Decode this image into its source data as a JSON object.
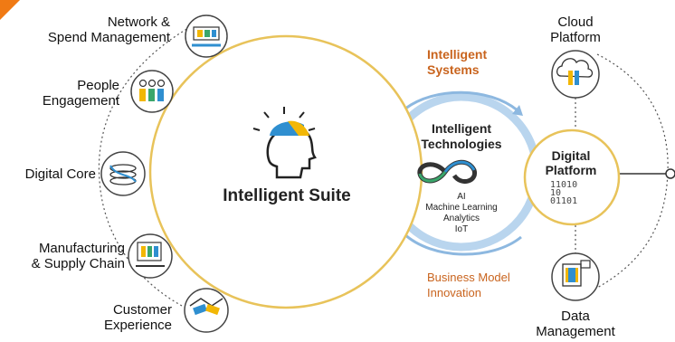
{
  "suite": {
    "title": "Intelligent Suite"
  },
  "left_items": [
    {
      "label": "Network & Spend Management",
      "line1": "Network &",
      "line2": "Spend Management",
      "icon": "network-spend-icon"
    },
    {
      "label": "People Engagement",
      "line1": "People",
      "line2": "Engagement",
      "icon": "people-icon"
    },
    {
      "label": "Digital Core",
      "line1": "Digital Core",
      "line2": "",
      "icon": "digital-core-icon"
    },
    {
      "label": "Manufacturing & Supply Chain",
      "line1": "Manufacturing",
      "line2": "& Supply Chain",
      "icon": "manufacturing-icon"
    },
    {
      "label": "Customer Experience",
      "line1": "Customer",
      "line2": "Experience",
      "icon": "handshake-icon"
    }
  ],
  "technologies": {
    "title_line1": "Intelligent",
    "title_line2": "Technologies",
    "items": [
      "AI",
      "Machine Learning",
      "Analytics",
      "IoT"
    ]
  },
  "systems": {
    "line1": "Intelligent",
    "line2": "Systems"
  },
  "innovation": {
    "line1": "Business Model",
    "line2": "Innovation"
  },
  "platform": {
    "title_line1": "Digital",
    "title_line2": "Platform",
    "binary": [
      "11010",
      "10",
      "01101"
    ]
  },
  "cloud": {
    "line1": "Cloud",
    "line2": "Platform"
  },
  "data_mgmt": {
    "line1": "Data",
    "line2": "Management"
  },
  "colors": {
    "gold": "#e8c35a",
    "blue_arc": "#a9c9e6",
    "orange": "#c9641e",
    "accent_blue": "#2f8fd0",
    "accent_yellow": "#f2b705",
    "accent_green": "#3aa66b",
    "icon_dark": "#333333"
  }
}
